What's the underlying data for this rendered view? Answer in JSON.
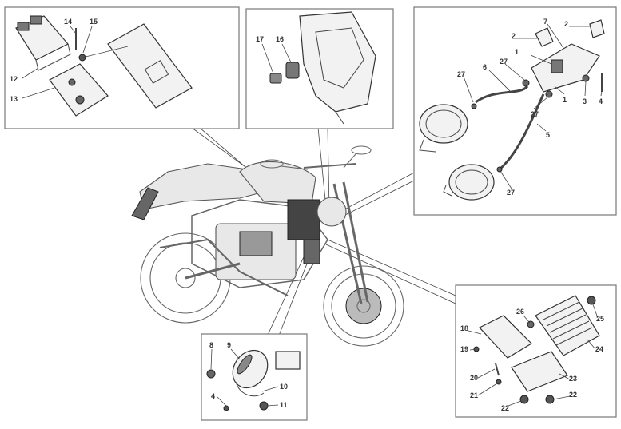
{
  "callouts": {
    "p1": "1",
    "p1b": "1",
    "p2a": "2",
    "p2b": "2",
    "p3": "3",
    "p4a": "4",
    "p4b": "4",
    "p5": "5",
    "p6": "6",
    "p7": "7",
    "p8": "8",
    "p9": "9",
    "p10": "10",
    "p11": "11",
    "p12": "12",
    "p13": "13",
    "p14": "14",
    "p15": "15",
    "p16": "16",
    "p17": "17",
    "p18": "18",
    "p19": "19",
    "p20": "20",
    "p21": "21",
    "p22a": "22",
    "p22b": "22",
    "p23": "23",
    "p24": "24",
    "p25": "25",
    "p26": "26",
    "p27a": "27",
    "p27b": "27",
    "p27c": "27",
    "p27d": "27"
  }
}
